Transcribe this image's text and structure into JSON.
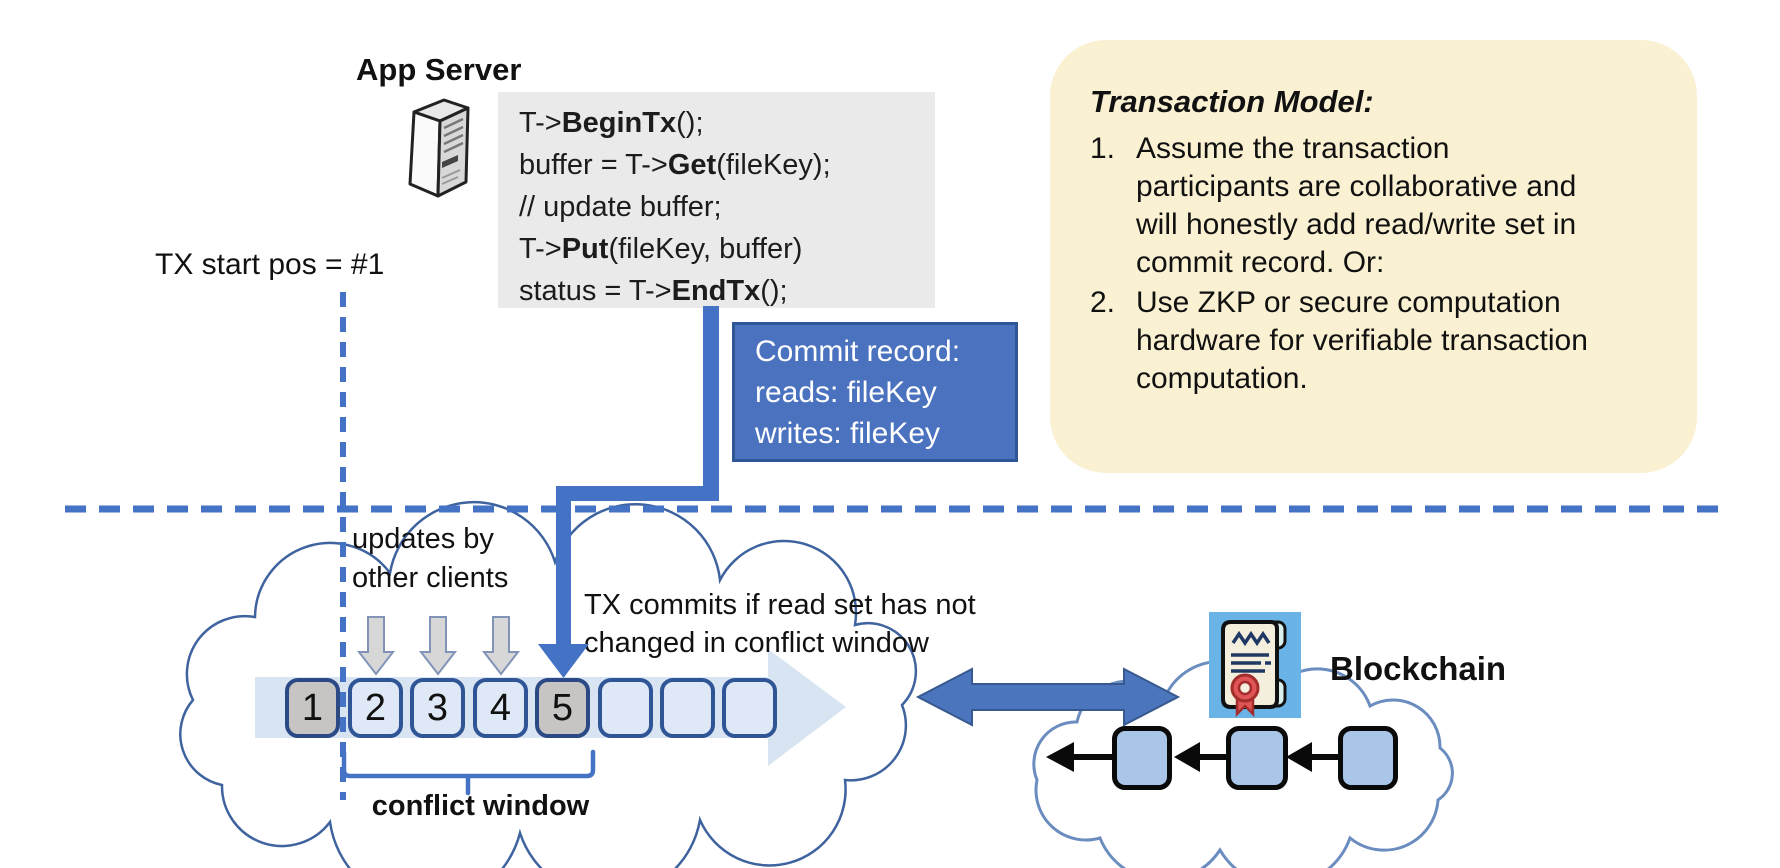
{
  "app_server": {
    "title": "App Server"
  },
  "code_block": {
    "lines": [
      {
        "pre": "T->",
        "bold": "BeginTx",
        "post": "();"
      },
      {
        "pre": "buffer = T->",
        "bold": "Get",
        "post": "(fileKey);"
      },
      {
        "pre": "// update buffer;",
        "bold": "",
        "post": ""
      },
      {
        "pre": "T->",
        "bold": "Put",
        "post": "(fileKey, buffer)"
      },
      {
        "pre": "status = T->",
        "bold": "EndTx",
        "post": "();"
      }
    ]
  },
  "tx_start_label": "TX start pos = #1",
  "commit_record": {
    "lines": [
      "Commit record:",
      "reads: fileKey",
      "writes: fileKey"
    ]
  },
  "transaction_model": {
    "title": "Transaction Model:",
    "items": [
      {
        "num": "1.",
        "text": "Assume the transaction participants are collaborative and will honestly add read/write set in commit record.  Or:"
      },
      {
        "num": "2.",
        "text": "Use ZKP or secure computation hardware for verifiable transaction computation."
      }
    ]
  },
  "timeline": {
    "updates_label": "updates by other clients",
    "commit_condition": "TX commits if read set has not changed in conflict window",
    "slots": [
      "1",
      "2",
      "3",
      "4",
      "5",
      "",
      "",
      ""
    ],
    "conflict_window_label": "conflict window"
  },
  "blockchain": {
    "label": "Blockchain"
  },
  "icons": [
    "server-icon",
    "certificate-icon",
    "cloud",
    "timeline-arrow",
    "double-arrow",
    "chain-arrows"
  ],
  "colors": {
    "accent_blue": "#4472C4",
    "dark_blue": "#2F5597",
    "commit_box_fill": "#4B72BF",
    "note_bg": "#FAF0D2",
    "code_bg": "#EBEAEA",
    "slot_gray": "#C6C5C3",
    "slot_light": "#DEE8F6",
    "band_light_blue": "#D9E4F2",
    "block_fill": "#A9C6E9",
    "cert_bg": "#69B3E7",
    "ribbon_red": "#D94F4F"
  }
}
